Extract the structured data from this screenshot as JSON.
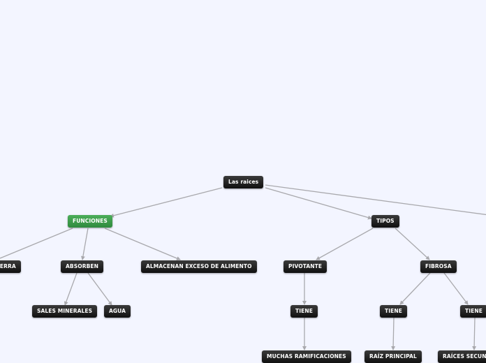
{
  "colors": {
    "background": "#f3f5ff",
    "node_dark": "#1a1a1a",
    "node_green": "#3d9b4b",
    "edge": "#a9a9ad"
  },
  "root": "Las raices",
  "funciones": {
    "title": "FUNCIONES",
    "fija_tierra": "IERRA",
    "absorben": "ABSORBEN",
    "sales": "SALES MINERALES",
    "agua": "AGUA",
    "almacenan": "ALMACENAN EXCESO DE ALIMENTO"
  },
  "tipos": {
    "title": "TIPOS",
    "pivotante": "PIVOTANTE",
    "tiene_1": "TIENE",
    "ramificaciones": "MUCHAS RAMIFICACIONES",
    "fibrosa": "FIBROSA",
    "tiene_2": "TIENE",
    "raiz_principal": "RAÍZ PRINCIPAL",
    "tiene_3": "TIENE",
    "raices_secundarias": "RAÍCES SECUND"
  }
}
